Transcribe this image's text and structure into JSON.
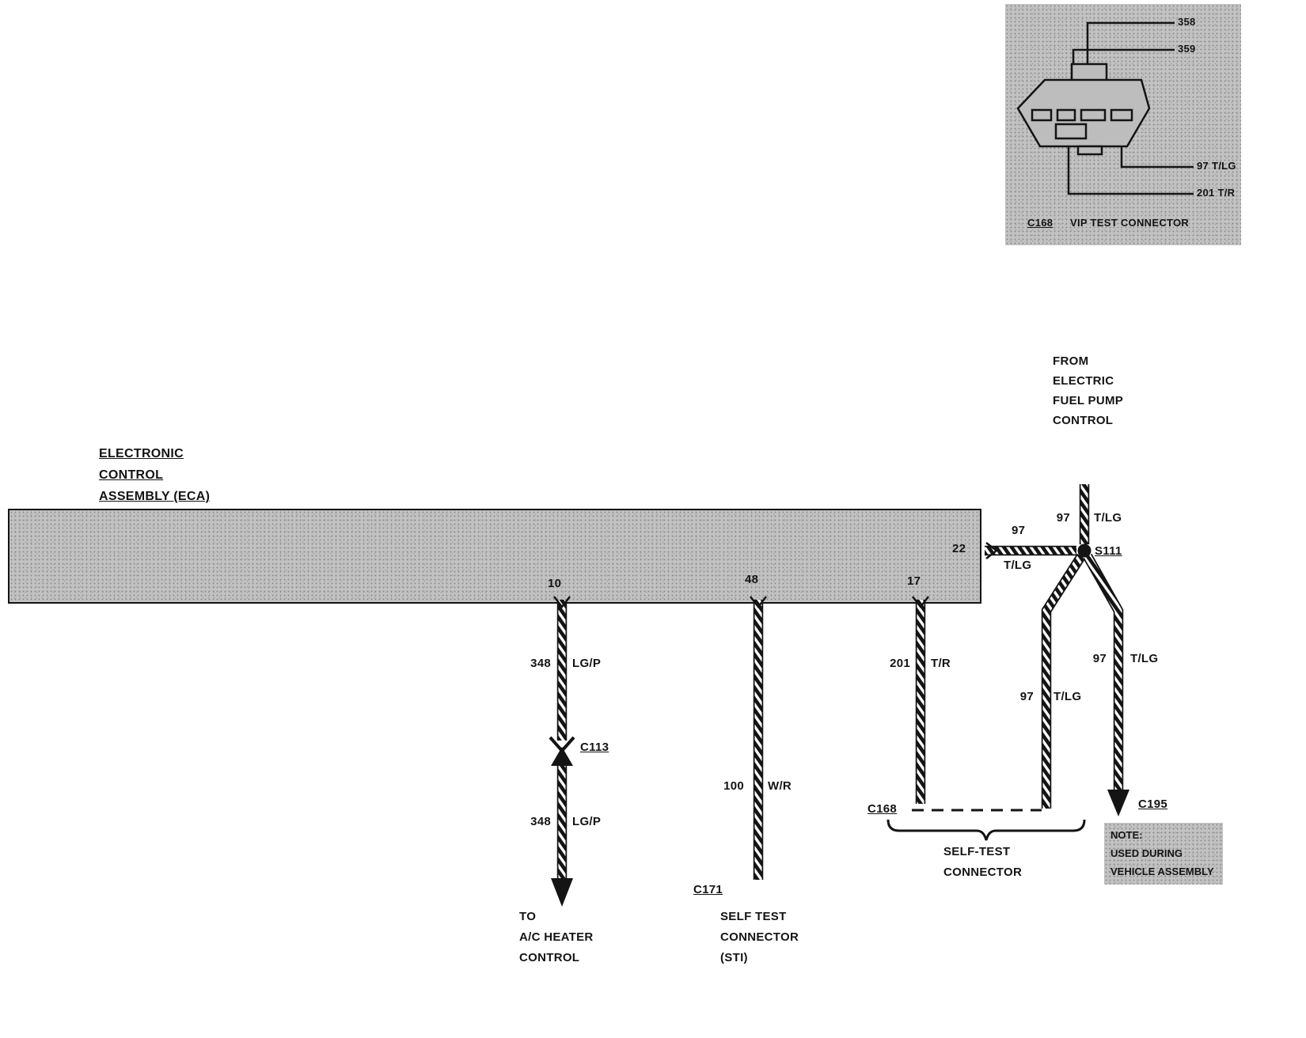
{
  "colors": {
    "ink": "#141414",
    "panel_gray": "#c2c2c2"
  },
  "inset": {
    "caption_id": "C168",
    "caption_title": "VIP TEST CONNECTOR",
    "pin_358": "358",
    "pin_359": "359",
    "pin_97": "97 T/LG",
    "pin_201": "201 T/R"
  },
  "fuel_pump_note": {
    "line1": "FROM",
    "line2": "ELECTRIC",
    "line3": "FUEL PUMP",
    "line4": "CONTROL"
  },
  "eca": {
    "title_line1": "ELECTRONIC",
    "title_line2": "CONTROL",
    "title_line3": "ASSEMBLY (ECA)",
    "pin_10": "10",
    "pin_48": "48",
    "pin_17": "17",
    "pin_22": "22"
  },
  "wire_labels": {
    "w348_upper": {
      "num": "348",
      "color": "LG/P"
    },
    "w348_lower": {
      "num": "348",
      "color": "LG/P"
    },
    "w100": {
      "num": "100",
      "color": "W/R"
    },
    "w201": {
      "num": "201",
      "color": "T/R"
    },
    "w97_horizontal": {
      "num": "97",
      "color": "T/LG"
    },
    "w97_top": {
      "num": "97",
      "color": "T/LG"
    },
    "w97_left": {
      "num": "97",
      "color": "T/LG"
    },
    "w97_right": {
      "num": "97",
      "color": "T/LG"
    }
  },
  "connectors": {
    "c113": "C113",
    "c171": "C171",
    "c168": "C168",
    "c195": "C195",
    "s111": "S111"
  },
  "dest_ac_heater": {
    "line1": "TO",
    "line2": "A/C HEATER",
    "line3": "CONTROL"
  },
  "dest_self_test": {
    "line1": "SELF TEST",
    "line2": "CONNECTOR",
    "line3": "(STI)"
  },
  "self_test_connector": {
    "line1": "SELF-TEST",
    "line2": "CONNECTOR"
  },
  "note": {
    "line1": "NOTE:",
    "line2": "USED DURING",
    "line3": "VEHICLE ASSEMBLY"
  }
}
